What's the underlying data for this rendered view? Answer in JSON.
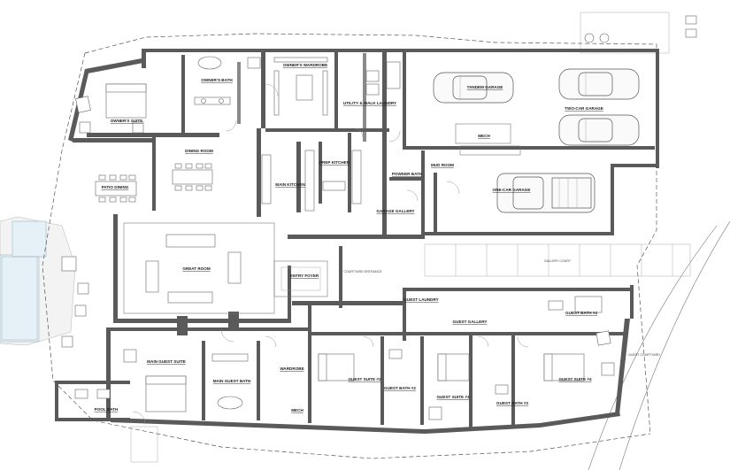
{
  "rooms": {
    "owners_suite": "OWNER'S SUITE",
    "owners_bath": "OWNER'S BATH",
    "owners_wardrobe": "OWNER'S WARDROBE",
    "utility_laundry": "UTILITY & WALK LAUNDRY",
    "tandem_garage": "TANDEM GARAGE",
    "two_car_garage": "TWO-CAR GARAGE",
    "mech_top": "MECH",
    "dining_room": "DINING ROOM",
    "prep_kitchen": "PREP KITCHEN",
    "patio_dining": "PATIO DINING",
    "main_kitchen": "MAIN KITCHEN",
    "mud_room": "MUD ROOM",
    "powder_bath": "POWDER BATH",
    "one_car_garage": "ONE-CAR GARAGE",
    "garage_gallery": "GARAGE GALLERY",
    "great_room": "GREAT ROOM",
    "gallery_court": "GALLERY COURT",
    "entry_foyer": "ENTRY FOYER",
    "courtyard_entrance": "COURTYARD ENTRANCE",
    "guest_laundry": "GUEST LAUNDRY",
    "guest_gallery": "GUEST GALLERY",
    "guest_bath_4": "GUEST BATH #4",
    "main_guest_suite": "MAIN GUEST SUITE",
    "main_guest_bath": "MAIN GUEST BATH",
    "wardrobe": "WARDROBE",
    "guest_suite_2": "GUEST SUITE #2",
    "guest_bath_2": "GUEST BATH #2",
    "guest_suite_3": "GUEST SUITE #3",
    "guest_suite_4": "GUEST SUITE #4",
    "guest_bath_3": "GUEST BATH #3",
    "mech_bottom": "MECH",
    "pool_bath": "POOL BATH",
    "guest_courtyard": "GUEST COURTYARD"
  },
  "colors": {
    "walls": "#5a5a5a",
    "pool": "#e6f1f7",
    "background": "#ffffff"
  }
}
